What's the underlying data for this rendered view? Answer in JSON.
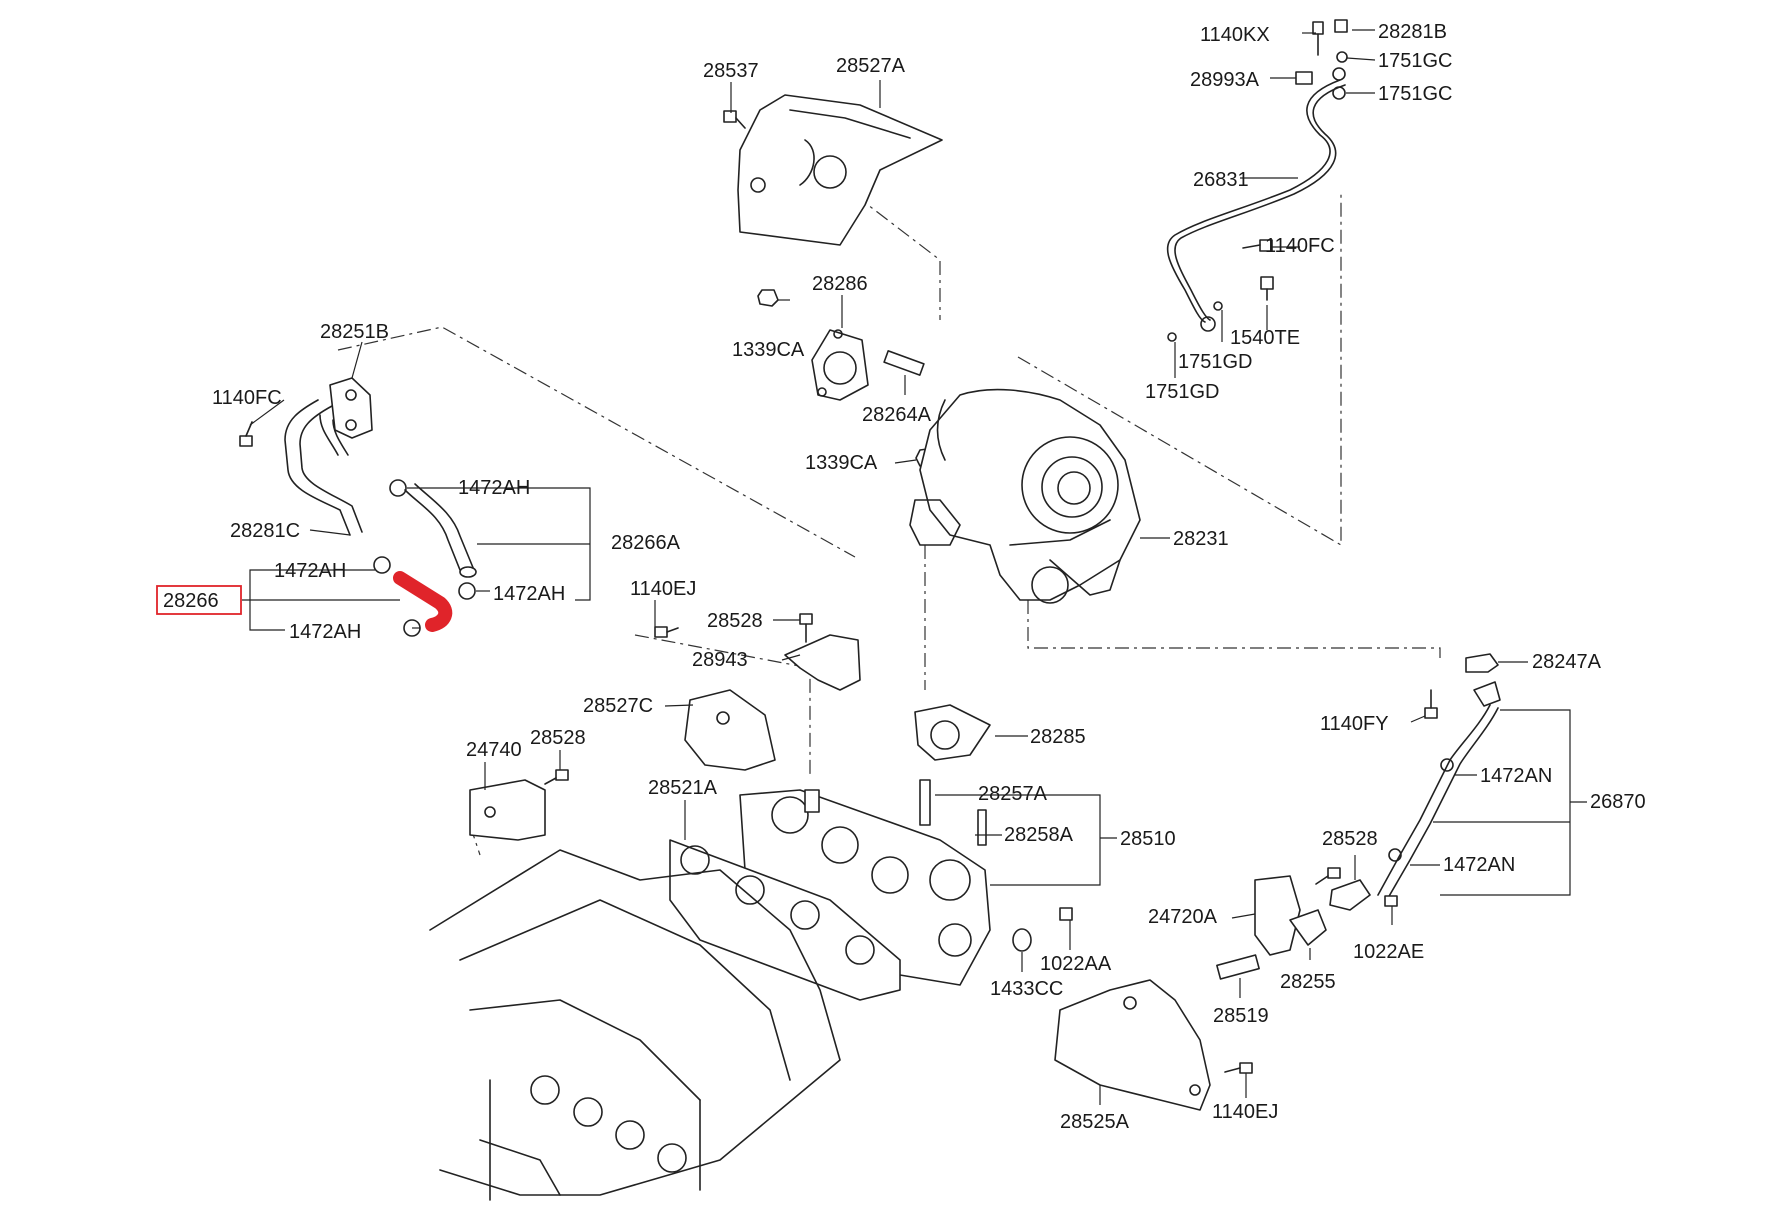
{
  "diagram": {
    "highlight": {
      "part_number": "28266",
      "color": "#e0242a"
    },
    "labels": {
      "p28537": "28537",
      "p28527A": "28527A",
      "p1140KX": "1140KX",
      "p28281B": "28281B",
      "p1751GC_a": "1751GC",
      "p28993A": "28993A",
      "p1751GC_b": "1751GC",
      "p26831": "26831",
      "p1140FC_r": "1140FC",
      "p1540TE": "1540TE",
      "p1751GD_a": "1751GD",
      "p1751GD_b": "1751GD",
      "p28286": "28286",
      "p1339CA_a": "1339CA",
      "p28264A": "28264A",
      "p1339CA_b": "1339CA",
      "p28231": "28231",
      "p28251B": "28251B",
      "p1140FC_l": "1140FC",
      "p1472AH_a": "1472AH",
      "p28281C": "28281C",
      "p28266A": "28266A",
      "p1472AH_b": "1472AH",
      "p28266": "28266",
      "p1472AH_c": "1472AH",
      "p1472AH_d": "1472AH",
      "p1140EJ_a": "1140EJ",
      "p28528_a": "28528",
      "p28943": "28943",
      "p28527C": "28527C",
      "p28528_b": "28528",
      "p24740": "24740",
      "p28285": "28285",
      "p28521A": "28521A",
      "p28257A": "28257A",
      "p28258A": "28258A",
      "p28510": "28510",
      "p28247A": "28247A",
      "p1140FY": "1140FY",
      "p1472AN_a": "1472AN",
      "p26870": "26870",
      "p28528_c": "28528",
      "p1472AN_b": "1472AN",
      "p24720A": "24720A",
      "p1022AA": "1022AA",
      "p1433CC": "1433CC",
      "p1022AE": "1022AE",
      "p28255": "28255",
      "p28519": "28519",
      "p28525A": "28525A",
      "p1140EJ_b": "1140EJ"
    }
  }
}
